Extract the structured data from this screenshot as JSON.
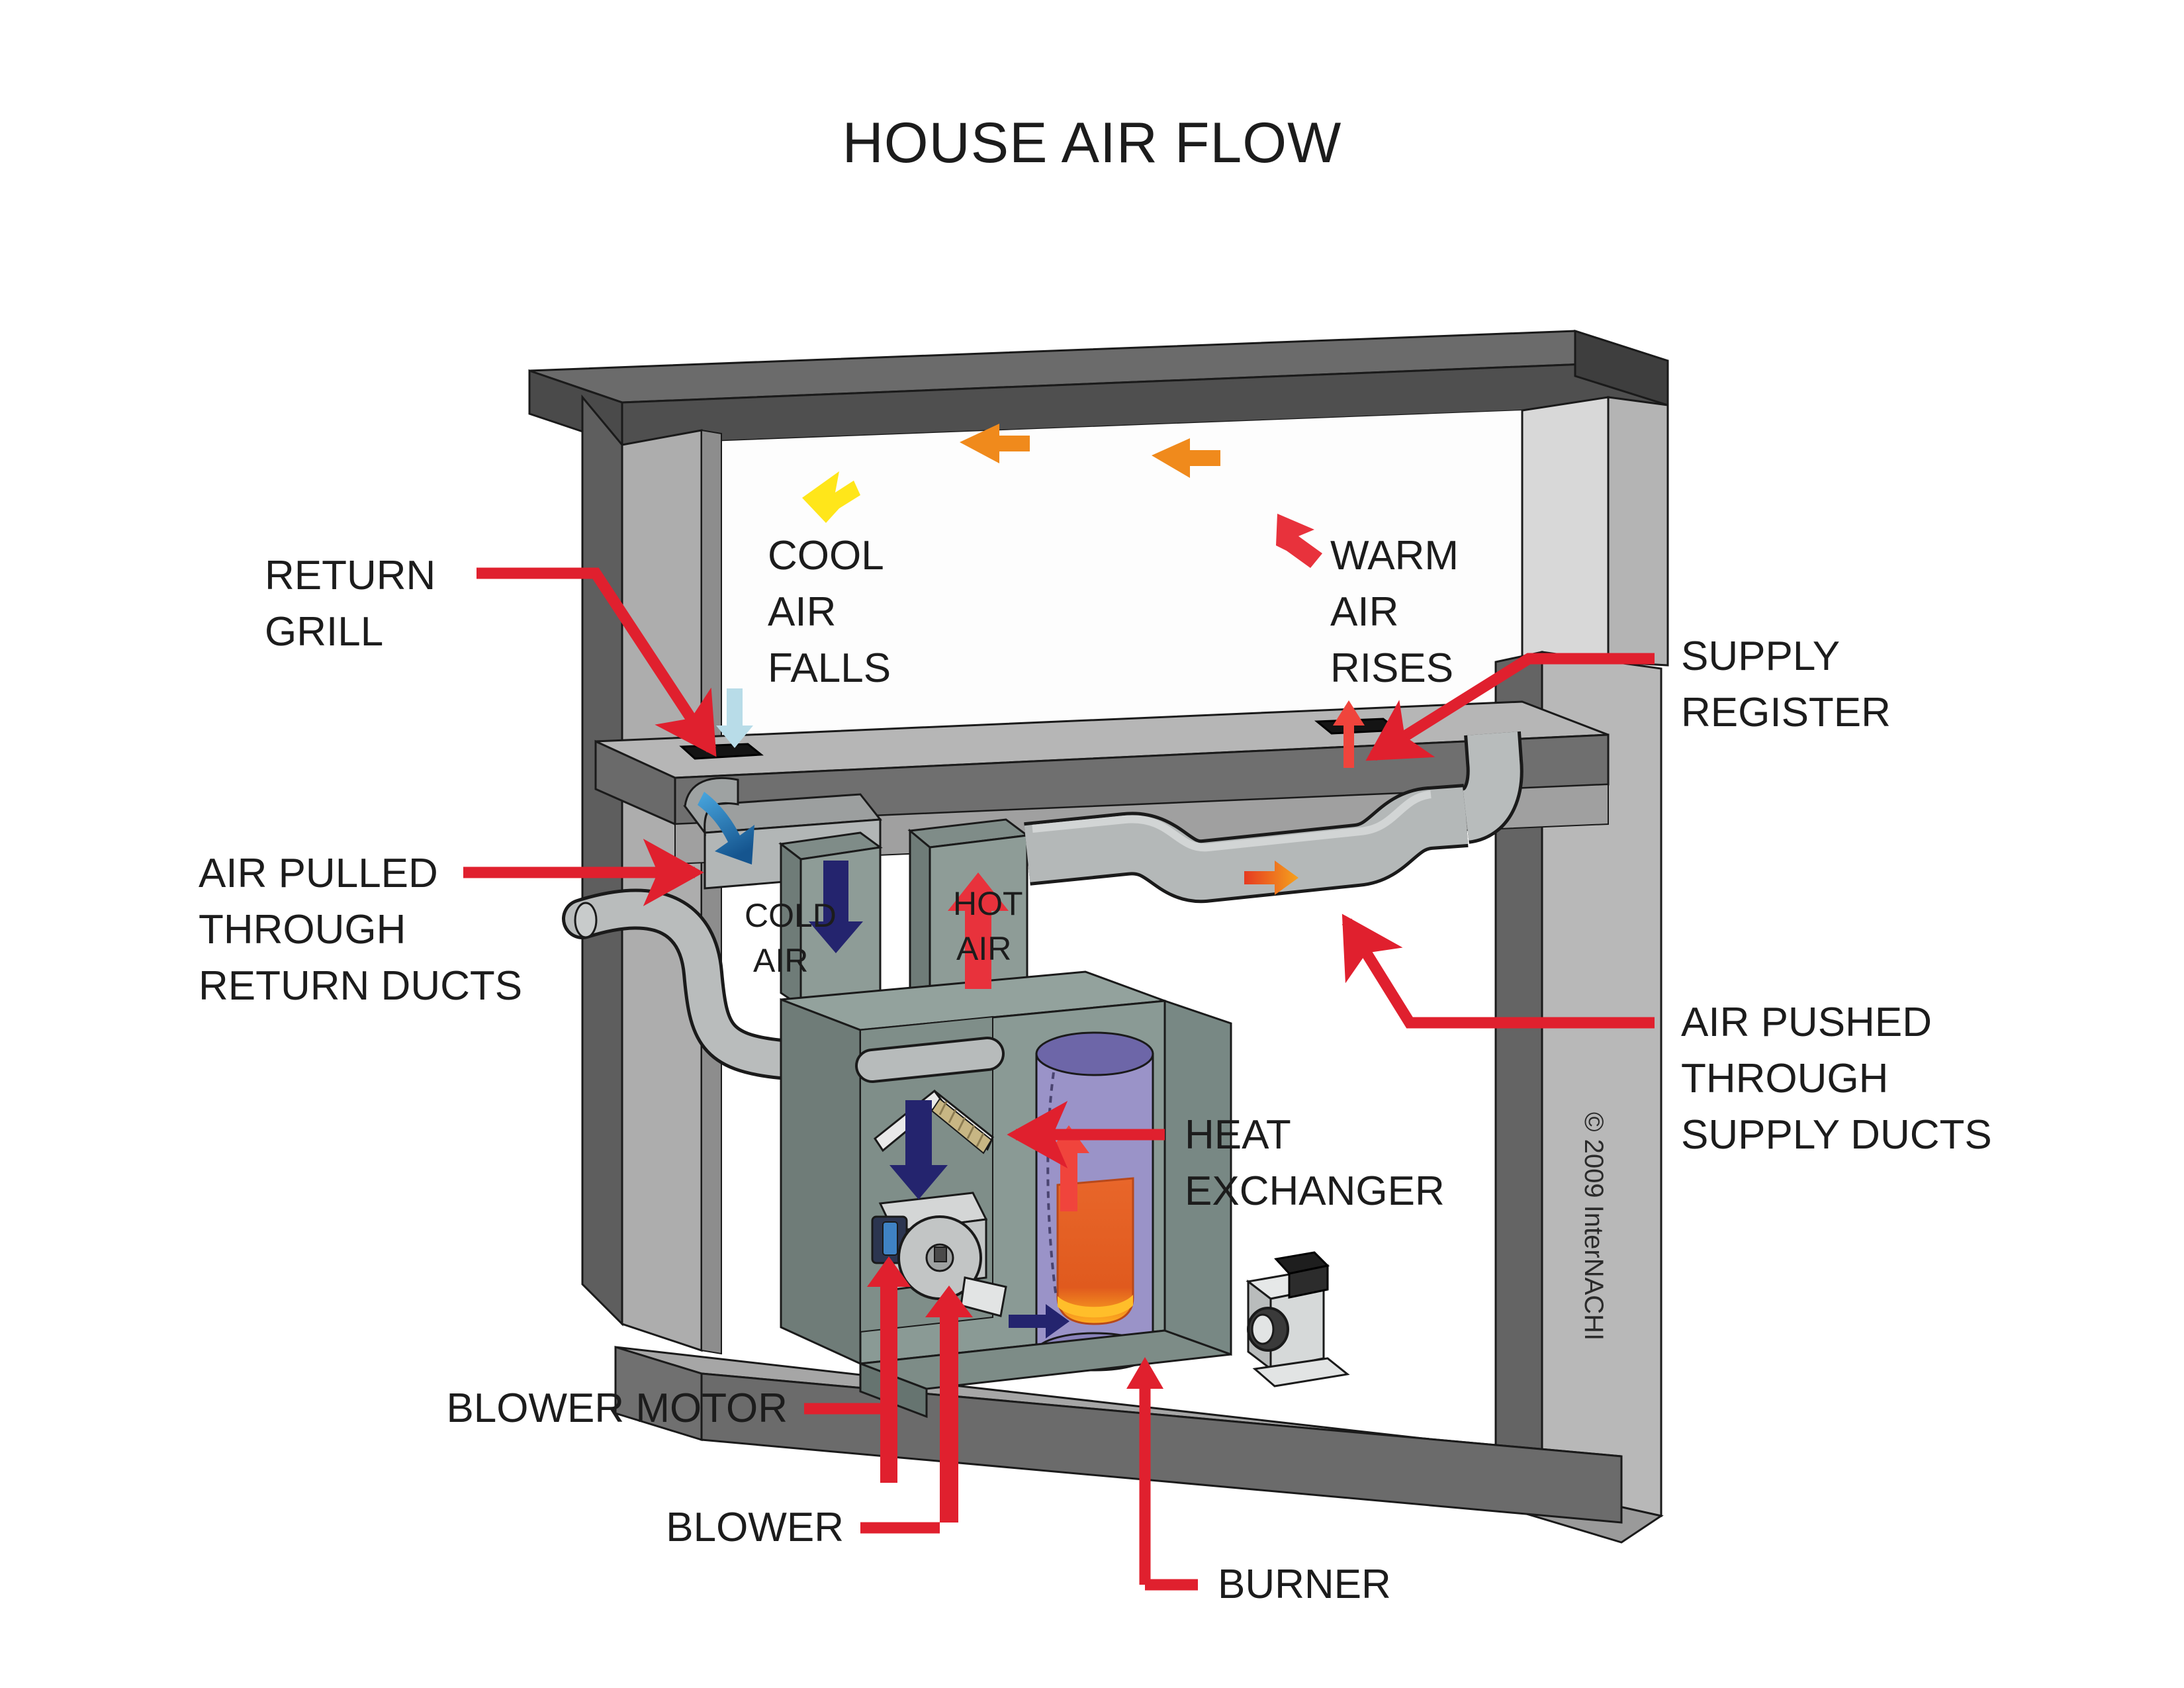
{
  "title": "HOUSE AIR FLOW",
  "copyright": "© 2009 InterNACHI",
  "colors": {
    "leader_red": "#e0202e",
    "arrow_red": "#e8323c",
    "arrow_orange": "#f08a1c",
    "arrow_yellow": "#ffe61a",
    "arrow_lightblue": "#b8dce8",
    "arrow_blue": "#2f8fd0",
    "arrow_navy": "#24246e",
    "wall_light": "#c9c9c9",
    "wall_mid": "#a8a8a8",
    "wall_dark": "#6e6e6e",
    "beam_dark": "#4a4a4a",
    "floor_grey": "#9a9a9a",
    "furnace_body": "#8a9a95",
    "duct_grey": "#b0b4b4",
    "heat_exchanger": "#9a93c8",
    "flame_orange": "#e8662a",
    "text_black": "#1c1c1c"
  },
  "room_labels": [
    {
      "id": "cool-air-falls",
      "lines": [
        "COOL",
        "AIR",
        "FALLS"
      ]
    },
    {
      "id": "warm-air-rises",
      "lines": [
        "WARM",
        "AIR",
        "RISES"
      ]
    }
  ],
  "plenum_labels": [
    {
      "id": "cold-air",
      "lines": [
        "COLD",
        "AIR"
      ]
    },
    {
      "id": "hot-air",
      "lines": [
        "HOT",
        "AIR"
      ]
    }
  ],
  "callouts": [
    {
      "id": "return-grill",
      "lines": [
        "RETURN",
        "GRILL"
      ]
    },
    {
      "id": "air-pulled",
      "lines": [
        "AIR PULLED",
        "THROUGH",
        "RETURN DUCTS"
      ]
    },
    {
      "id": "supply-register",
      "lines": [
        "SUPPLY",
        "REGISTER"
      ]
    },
    {
      "id": "air-pushed",
      "lines": [
        "AIR PUSHED",
        "THROUGH",
        "SUPPLY DUCTS"
      ]
    },
    {
      "id": "heat-exchanger",
      "lines": [
        "HEAT",
        "EXCHANGER"
      ]
    },
    {
      "id": "blower-motor",
      "lines": [
        "BLOWER MOTOR"
      ]
    },
    {
      "id": "blower",
      "lines": [
        "BLOWER"
      ]
    },
    {
      "id": "burner",
      "lines": [
        "BURNER"
      ]
    }
  ],
  "flow_arrows": [
    {
      "id": "ceiling-orange-1",
      "color": "#f08a1c",
      "direction": "left"
    },
    {
      "id": "ceiling-orange-2",
      "color": "#f08a1c",
      "direction": "left"
    },
    {
      "id": "cool-yellow",
      "color": "#ffe61a",
      "direction": "down-left"
    },
    {
      "id": "warm-red",
      "color": "#e8323c",
      "direction": "up-left"
    },
    {
      "id": "return-lightblue",
      "color": "#b8dce8",
      "direction": "down"
    },
    {
      "id": "supply-red-up",
      "color": "#e8323c",
      "direction": "up"
    },
    {
      "id": "plenum-blue",
      "color": "#2f8fd0",
      "direction": "down-right"
    },
    {
      "id": "trunk-orange",
      "color": "#f0641c",
      "direction": "right"
    },
    {
      "id": "cold-navy-1",
      "color": "#24246e",
      "direction": "down"
    },
    {
      "id": "cold-navy-2",
      "color": "#24246e",
      "direction": "down"
    },
    {
      "id": "burner-navy",
      "color": "#24246e",
      "direction": "right"
    },
    {
      "id": "hot-red-big",
      "color": "#e8323c",
      "direction": "up"
    },
    {
      "id": "hx-red-small",
      "color": "#f0443c",
      "direction": "up"
    }
  ]
}
